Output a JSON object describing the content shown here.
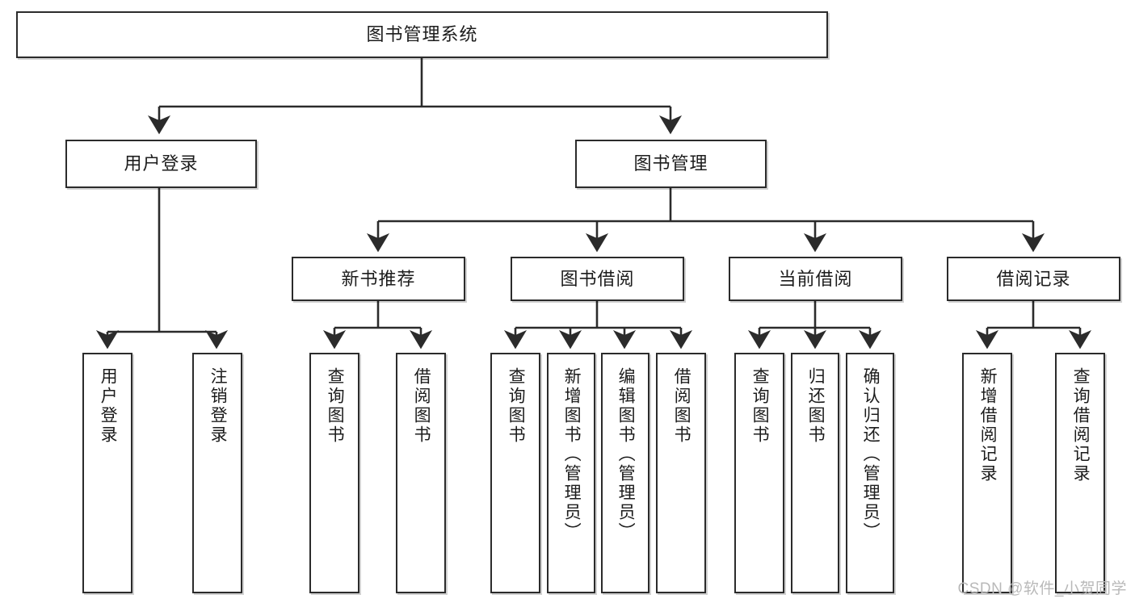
{
  "diagram": {
    "title": "图书管理系统",
    "type": "tree",
    "watermark": "CSDN @软件_小贺同学",
    "colors": {
      "box_border": "#2b2b2b",
      "box_fill": "#ffffff",
      "connector": "#2b2b2b",
      "text": "#1c1c1c",
      "watermark": "#b9b9b9",
      "background": "#ffffff"
    },
    "nodes": {
      "root": {
        "label": "图书管理系统"
      },
      "level2": [
        {
          "id": "user-login",
          "label": "用户登录"
        },
        {
          "id": "book-management",
          "label": "图书管理"
        }
      ],
      "level3": [
        {
          "id": "new-book-recommend",
          "label": "新书推荐"
        },
        {
          "id": "book-borrow",
          "label": "图书借阅"
        },
        {
          "id": "current-borrow",
          "label": "当前借阅"
        },
        {
          "id": "borrow-record",
          "label": "借阅记录"
        }
      ],
      "leaves": {
        "user_login": [
          {
            "id": "leaf-user-login",
            "label": "用户登录"
          },
          {
            "id": "leaf-logout-login",
            "label": "注销登录"
          }
        ],
        "new_book_recommend": [
          {
            "id": "leaf-query-book-1",
            "label": "查询图书"
          },
          {
            "id": "leaf-borrow-book-1",
            "label": "借阅图书"
          }
        ],
        "book_borrow": [
          {
            "id": "leaf-query-book-2",
            "label": "查询图书"
          },
          {
            "id": "leaf-add-book",
            "label": "新增图书（管理员）"
          },
          {
            "id": "leaf-edit-book",
            "label": "编辑图书（管理员）"
          },
          {
            "id": "leaf-borrow-book-2",
            "label": "借阅图书"
          }
        ],
        "current_borrow": [
          {
            "id": "leaf-query-book-3",
            "label": "查询图书"
          },
          {
            "id": "leaf-return-book",
            "label": "归还图书"
          },
          {
            "id": "leaf-confirm-return",
            "label": "确认归还（管理员）"
          }
        ],
        "borrow_record": [
          {
            "id": "leaf-add-record",
            "label": "新增借阅记录"
          },
          {
            "id": "leaf-query-record",
            "label": "查询借阅记录"
          }
        ]
      }
    }
  }
}
